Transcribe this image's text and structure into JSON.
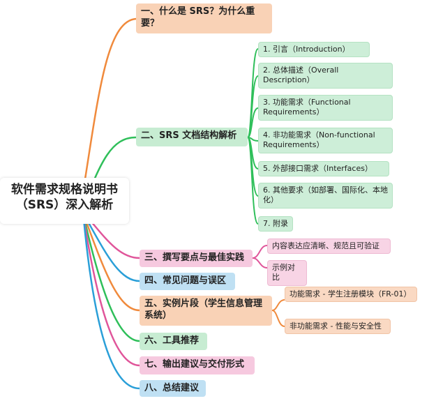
{
  "root": {
    "line1": "软件需求规格说明书",
    "line2": "（SRS）深入解析"
  },
  "branches": [
    {
      "label": "一、什么是 SRS？为什么重要？",
      "children": []
    },
    {
      "label": "二、SRS 文档结构解析",
      "children": [
        "1. 引言（Introduction）",
        "2. 总体描述（Overall Description）",
        "3. 功能需求（Functional Requirements）",
        "4. 非功能需求（Non-functional Requirements）",
        "5. 外部接口需求（Interfaces）",
        "6. 其他要求（如部署、国际化、本地化）",
        "7. 附录"
      ]
    },
    {
      "label": "三、撰写要点与最佳实践",
      "children": [
        "内容表达应清晰、规范且可验证",
        "示例对比"
      ]
    },
    {
      "label": "四、常见问题与误区",
      "children": []
    },
    {
      "label": "五、实例片段（学生信息管理系统）",
      "children": [
        "功能需求 - 学生注册模块（FR-01）",
        "非功能需求 - 性能与安全性"
      ]
    },
    {
      "label": "六、工具推荐",
      "children": []
    },
    {
      "label": "七、输出建议与交付形式",
      "children": []
    },
    {
      "label": "八、总结建议",
      "children": []
    }
  ],
  "colors": {
    "orange": "#f08a3c",
    "green": "#2fbf5a",
    "pink": "#e0559a",
    "blue": "#2a9fd8"
  }
}
